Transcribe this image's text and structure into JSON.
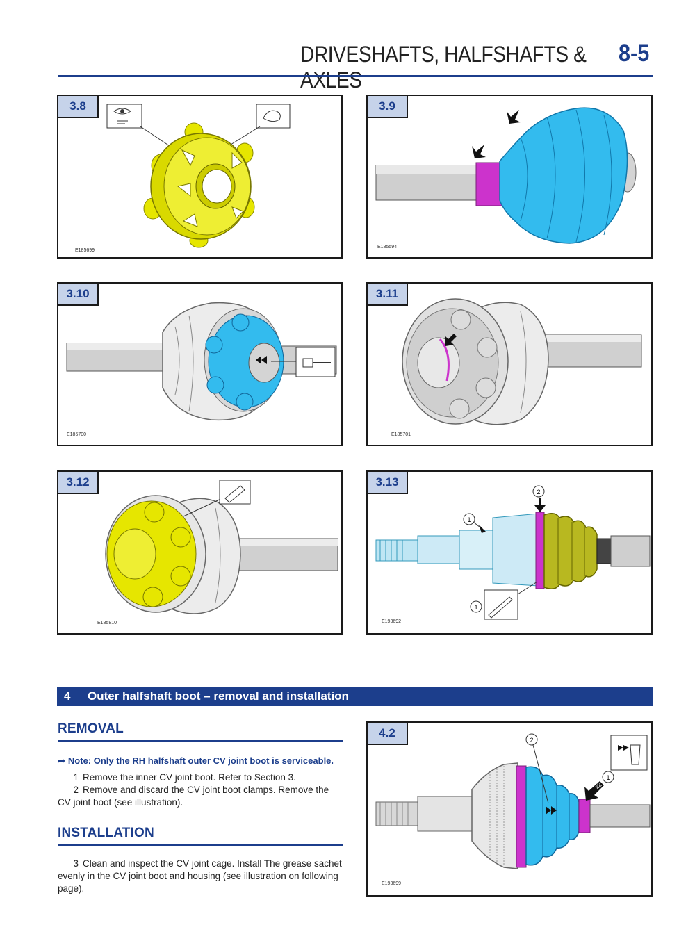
{
  "header": {
    "title": "DRIVESHAFTS, HALFSHAFTS & AXLES",
    "page": "8-5"
  },
  "figures": {
    "f38": {
      "label": "3.8",
      "code": "E185699"
    },
    "f39": {
      "label": "3.9",
      "code": "E185594"
    },
    "f310": {
      "label": "3.10",
      "code": "E185700"
    },
    "f311": {
      "label": "3.11",
      "code": "E185701"
    },
    "f312": {
      "label": "3.12",
      "code": "E185810"
    },
    "f313": {
      "label": "3.13",
      "code": "E193692",
      "callouts": [
        "1",
        "2",
        "1"
      ]
    },
    "f42": {
      "label": "4.2",
      "code": "E193699",
      "callouts": [
        "2",
        "1",
        "x2"
      ]
    }
  },
  "section": {
    "number": "4",
    "title": "Outer halfshaft boot – removal and installation"
  },
  "removal": {
    "heading": "REMOVAL",
    "note": "Note: Only the RH halfshaft outer CV joint boot is serviceable.",
    "steps": [
      {
        "num": "1",
        "text": "Remove the inner CV joint boot. Refer to Section 3."
      },
      {
        "num": "2",
        "text": "Remove and discard the CV joint boot clamps. Remove the CV joint boot (see illustration)."
      }
    ]
  },
  "installation": {
    "heading": "INSTALLATION",
    "steps": [
      {
        "num": "3",
        "text": "Clean and inspect the CV joint cage. Install The grease sachet evenly in the CV joint boot and housing (see illustration on following page)."
      }
    ]
  },
  "colors": {
    "brand_blue": "#1c3e8c",
    "tag_fill": "#c6d3ea",
    "part_yellow": "#e6e600",
    "part_cyan": "#33bbee",
    "part_magenta": "#cc33cc",
    "part_olive": "#b8b820"
  }
}
